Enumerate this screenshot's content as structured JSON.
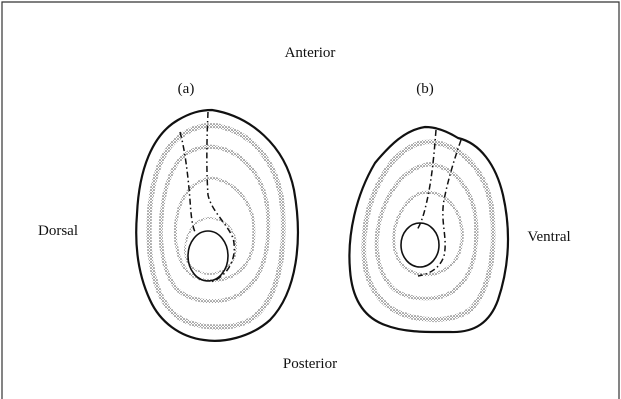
{
  "figure": {
    "labels": {
      "top": "Anterior",
      "bottom": "Posterior",
      "left": "Dorsal",
      "right": "Ventral"
    },
    "panels": [
      {
        "tag": "(a)"
      },
      {
        "tag": "(b)"
      }
    ]
  },
  "colors": {
    "ink": "#111111",
    "frame": "#333333",
    "stipple": "#555555",
    "background": "#ffffff"
  }
}
